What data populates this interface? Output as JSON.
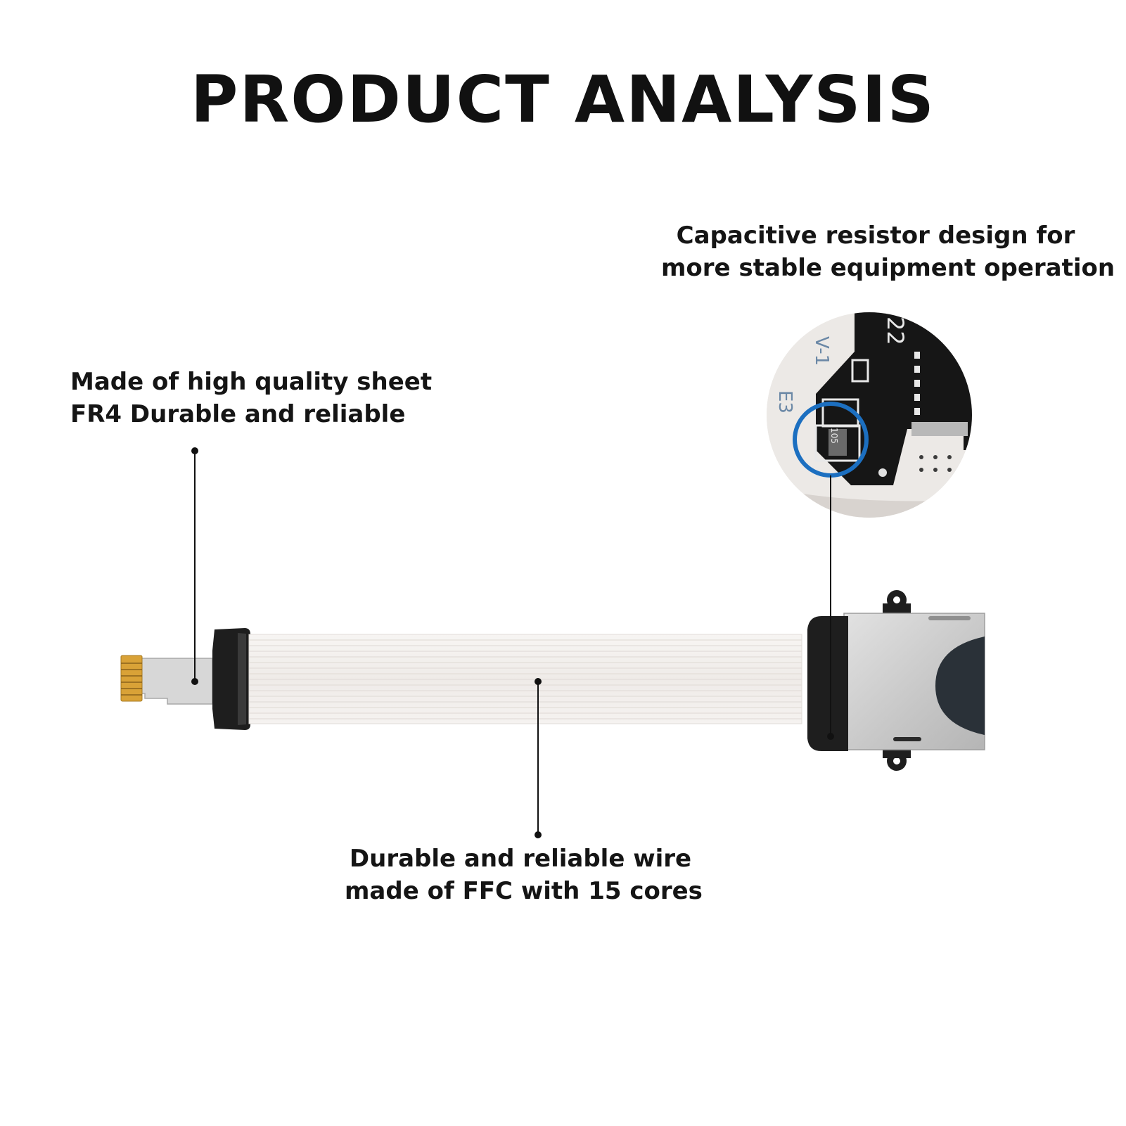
{
  "title": "PRODUCT ANALYSIS",
  "callouts": {
    "fr4": {
      "line1": "Made of high quality sheet",
      "line2": "FR4 Durable and reliable"
    },
    "capacitor": {
      "line1": "Capacitive resistor design for",
      "line2": "more stable equipment operation"
    },
    "ffc": {
      "line1": "Durable and reliable wire",
      "line2": "made of FFC with 15 cores"
    }
  },
  "zoom_markings": [
    "22",
    "E3",
    "105"
  ],
  "colors": {
    "highlight_ring": "#1c6fc0",
    "connector_black": "#1e1e1e",
    "gold_contacts": "#d9a237",
    "ribbon": "#f3f0ee",
    "metal_shell": "#c9c9c9"
  }
}
